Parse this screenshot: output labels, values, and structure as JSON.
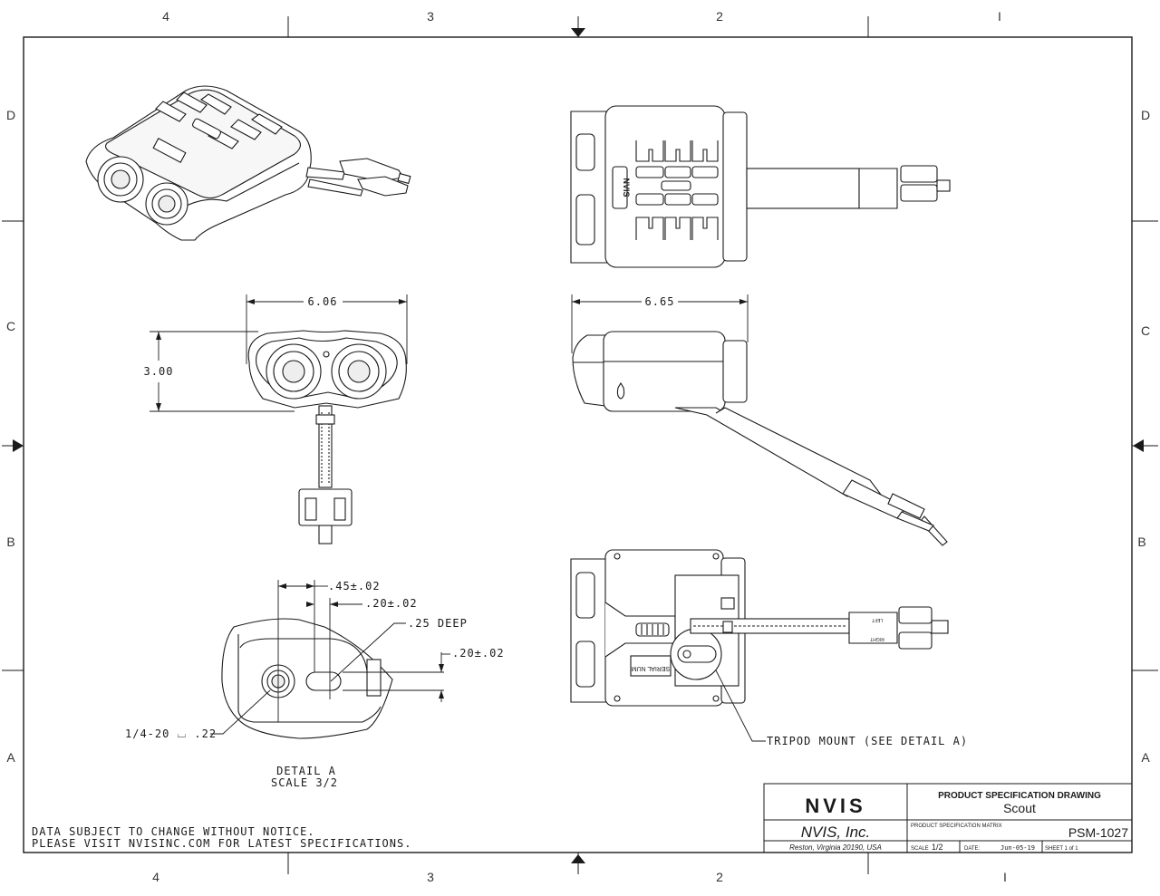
{
  "zones": {
    "columns_top": [
      "4",
      "3",
      "2",
      "I"
    ],
    "columns_bottom": [
      "4",
      "3",
      "2",
      "I"
    ],
    "rows_left": [
      "D",
      "C",
      "B",
      "A"
    ],
    "rows_right": [
      "D",
      "C",
      "B",
      "A"
    ]
  },
  "dimensions": {
    "front_width": "6.06",
    "front_height": "3.00",
    "side_length": "6.65",
    "detail_offset": ".45±.02",
    "detail_slot_width": ".20±.02",
    "detail_depth": ".25 DEEP",
    "detail_slot_height": ".20±.02",
    "detail_thread": "1/4-20 ⌴ .22"
  },
  "callouts": {
    "tripod_mount": "TRIPOD MOUNT (SEE DETAIL  A)",
    "detail_title": "DETAIL  A",
    "detail_scale": "SCALE  3/2",
    "body_logo": "NVIS",
    "serial_label": "SERIAL NUM",
    "cable_left": "LEFT",
    "cable_right": "RIGHT"
  },
  "notes": {
    "line1": "DATA SUBJECT TO CHANGE WITHOUT NOTICE.",
    "line2": "PLEASE VISIT NVISINC.COM FOR LATEST SPECIFICATIONS."
  },
  "title_block": {
    "logo_text": "NVIS",
    "company": "NVIS,  Inc.",
    "address": "Reston, Virginia   20190, USA",
    "drawing_title": "PRODUCT SPECIFICATION DRAWING",
    "product": "Scout",
    "matrix_label": "PRODUCT SPECIFICATION MATRIX",
    "drawing_number": "PSM-1027",
    "scale_label": "SCALE",
    "scale_value": "1/2",
    "date_label": "DATE:",
    "date_value": "Jun-05-19",
    "sheet": "SHEET 1 of 1"
  },
  "colors": {
    "line": "#1a1a1a",
    "paper": "#ffffff"
  }
}
